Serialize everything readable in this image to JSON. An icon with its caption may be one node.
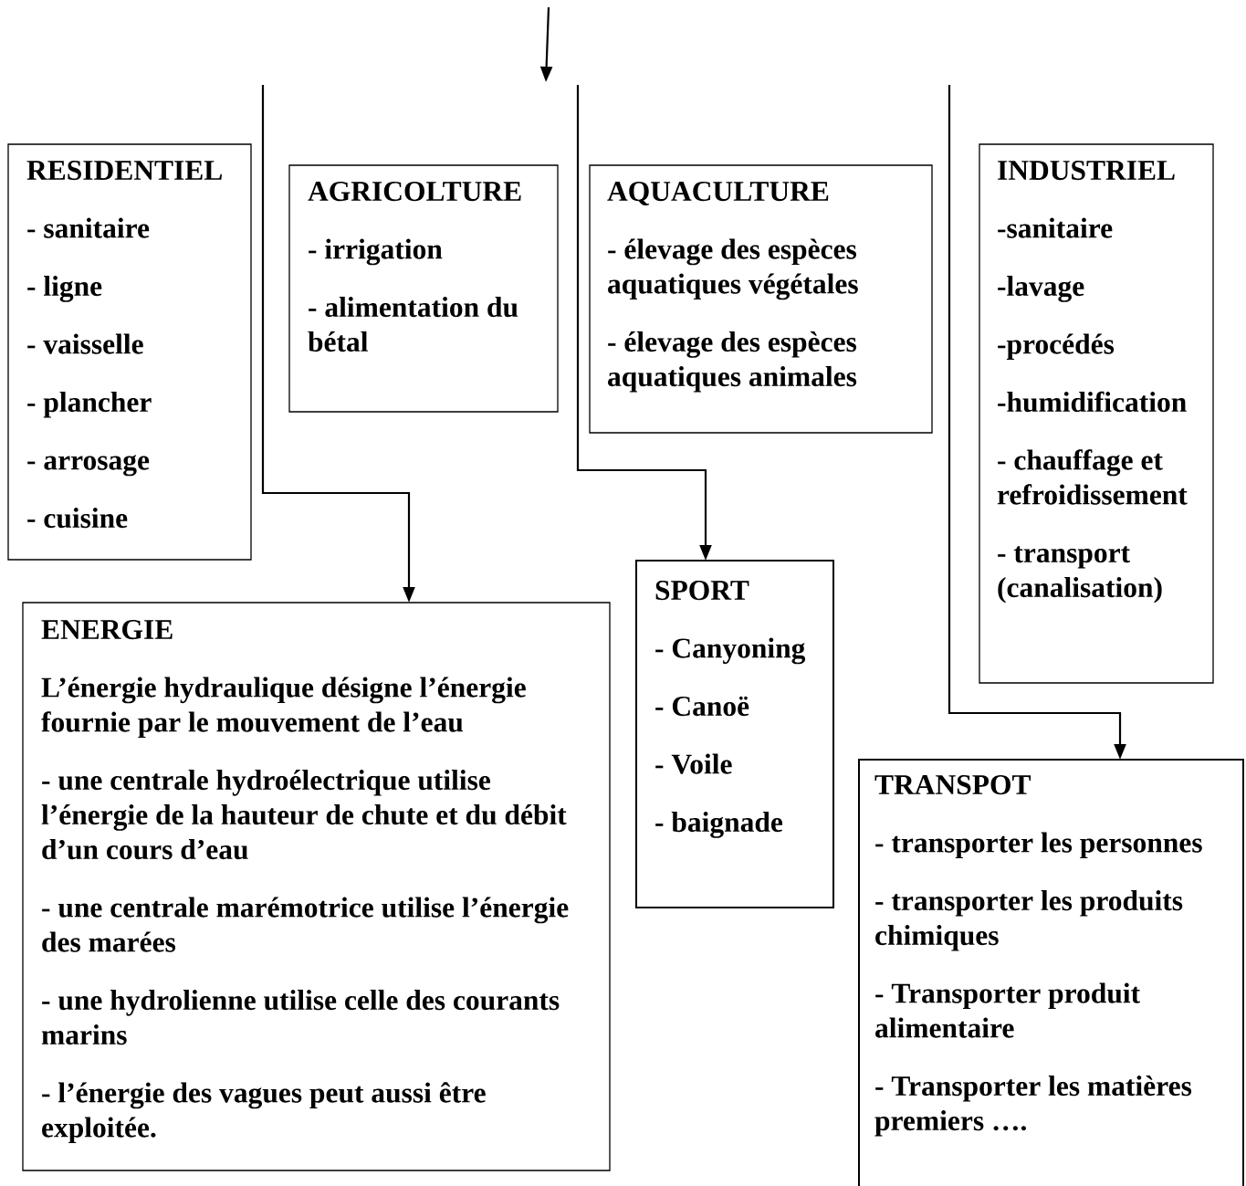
{
  "diagram": {
    "nodes": [
      {
        "text": [
          "RESIDENTIEL",
          "- sanitaire",
          "- ligne",
          "- vaisselle",
          "- plancher",
          "- arrosage",
          "- cuisine"
        ]
      },
      {
        "text": [
          "AGRICOLTURE",
          "- irrigation",
          "- alimentation du bétal"
        ]
      },
      {
        "text": [
          "AQUACULTURE",
          "- élevage des espèces aquatiques végétales",
          "- élevage des espèces aquatiques animales"
        ]
      },
      {
        "text": [
          "INDUSTRIEL",
          "-sanitaire",
          "-lavage",
          "-procédés",
          "-humidification",
          "- chauffage et refroidissement",
          "- transport (canalisation)"
        ]
      },
      {
        "text": [
          "ENERGIE",
          "L’énergie hydraulique désigne l’énergie fournie par le mouvement de l’eau",
          "- une centrale hydroélectrique utilise l’énergie de la hauteur de chute et du débit d’un cours d’eau",
          "- une centrale marémotrice utilise l’énergie des marées",
          "- une hydrolienne utilise celle des courants marins",
          "- l’énergie des vagues peut aussi être exploitée."
        ]
      },
      {
        "text": [
          "SPORT",
          "- Canyoning",
          "- Canoë",
          "- Voile",
          "- baignade"
        ]
      },
      {
        "text": [
          "TRANSPOT",
          "- transporter les personnes",
          "- transporter les produits chimiques",
          "- Transporter produit alimentaire",
          "- Transporter les matières premiers …."
        ]
      }
    ],
    "edges": [
      {
        "from": null,
        "to": 4,
        "arrow": "to"
      },
      {
        "from": null,
        "to": 5,
        "arrow": "to"
      },
      {
        "from": null,
        "to": 6,
        "arrow": "to"
      }
    ]
  }
}
